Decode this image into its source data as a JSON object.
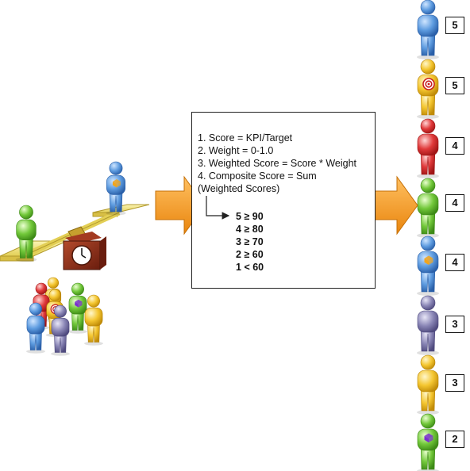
{
  "formula": {
    "steps": [
      "1. Score = KPI/Target",
      "2. Weight = 0-1.0",
      "3. Weighted Score = Score * Weight",
      "4. Composite Score = Sum",
      "(Weighted Scores)"
    ],
    "mapping": [
      {
        "score": "5",
        "op": "≥",
        "threshold": "90"
      },
      {
        "score": "4",
        "op": "≥",
        "threshold": "80"
      },
      {
        "score": "3",
        "op": "≥",
        "threshold": "70"
      },
      {
        "score": "2",
        "op": "≥",
        "threshold": "60"
      },
      {
        "score": "1",
        "op": "<",
        "threshold": "60"
      }
    ]
  },
  "ranked_people": [
    {
      "score": "5",
      "color": "#4f8fd6",
      "badge": "none"
    },
    {
      "score": "5",
      "color": "#f2c22a",
      "badge": "target-icon"
    },
    {
      "score": "4",
      "color": "#dc2626",
      "badge": "none"
    },
    {
      "score": "4",
      "color": "#65c32a",
      "badge": "none"
    },
    {
      "score": "4",
      "color": "#4f8fd6",
      "badge": "cube-icon"
    },
    {
      "score": "3",
      "color": "#7d78a8",
      "badge": "none"
    },
    {
      "score": "3",
      "color": "#f2c22a",
      "badge": "none"
    },
    {
      "score": "2",
      "color": "#65c32a",
      "badge": "cube-icon"
    }
  ],
  "colors": {
    "arrow": "#f49a1c",
    "scale_plate": "#f3e98a",
    "clock_body": "#8a2a18"
  }
}
